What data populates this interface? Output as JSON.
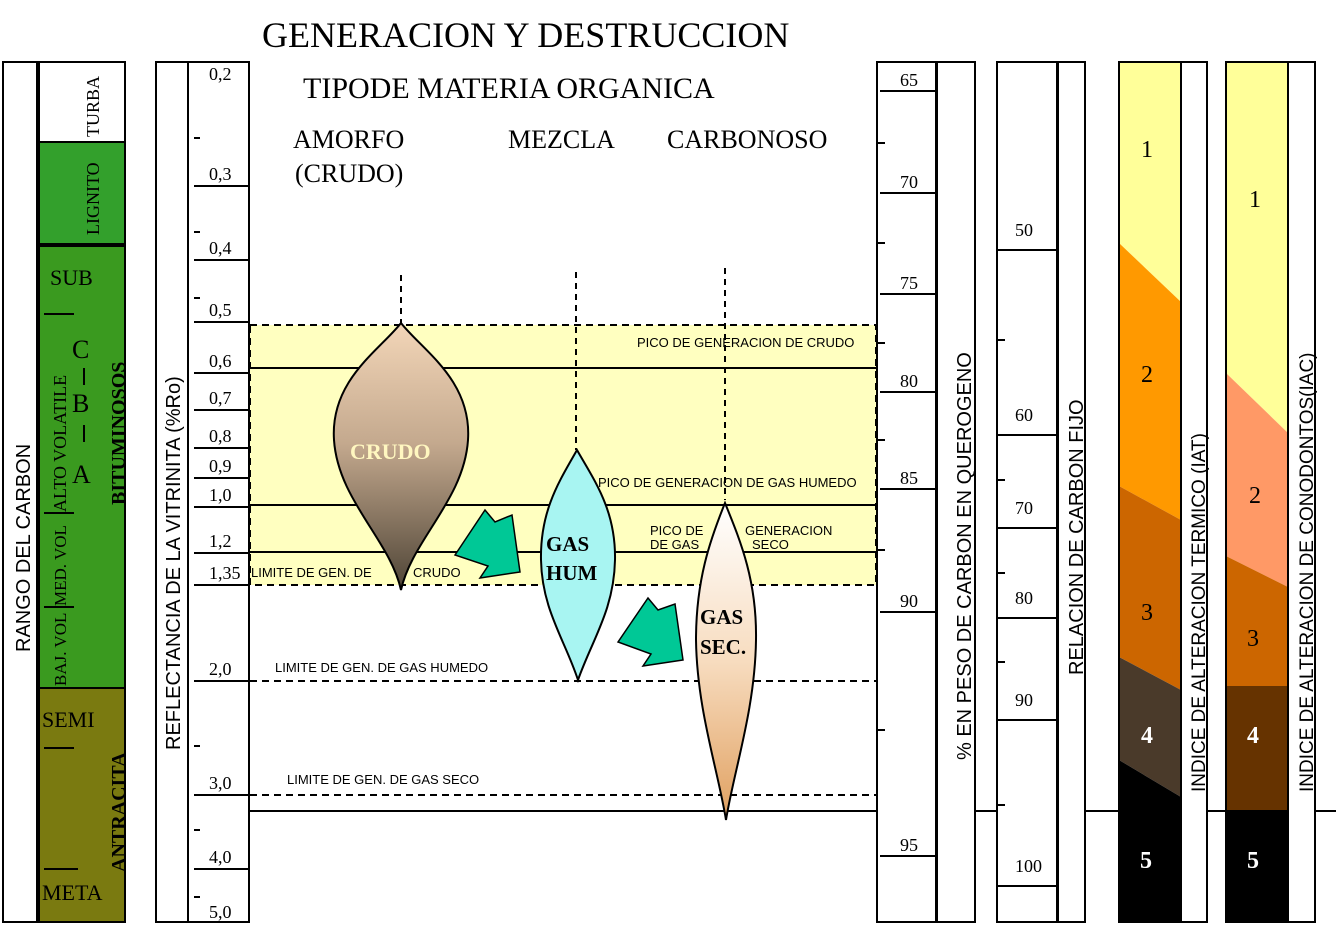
{
  "title": "GENERACION Y DESTRUCCION",
  "subtitle": "TIPODE MATERIA ORGANICA",
  "organic_types": {
    "amorfo": "AMORFO",
    "crudo_paren": "(CRUDO)",
    "mezcla": "MEZCLA",
    "carbonoso": "CARBONOSO"
  },
  "coal_rank": {
    "axis_label": "RANGO DEL CARBON",
    "turba": "TURBA",
    "lignito": "LIGNITO",
    "sub": "SUB",
    "bituminosos": "BITUMINOSOS",
    "alto_volatile": "ALTO VOLATILE",
    "med_vol": "MED. VOL",
    "baj_vol": "BAJ. VOL",
    "c": "C",
    "b": "B",
    "a": "A",
    "semi": "SEMI",
    "antracita": "ANTRACITA",
    "meta": "META",
    "colors": {
      "turba": "#ffffff",
      "lignito": "#33a02c",
      "bituminoso": "#3a9a1f",
      "antracita": "#7a7a10"
    }
  },
  "vitrinite": {
    "axis_label": "REFLECTANCIA DE LA VITRINITA  (%Ro)",
    "ticks": [
      "0,2",
      "0,3",
      "0,4",
      "0,5",
      "0,6",
      "0,7",
      "0,8",
      "0,9",
      "1,0",
      "1,2",
      "1,35",
      "2,0",
      "3,0",
      "4,0",
      "5,0"
    ]
  },
  "zone_labels": {
    "pico_crudo": "PICO DE GENERACION DE CRUDO",
    "pico_gas_humedo": "PICO DE GENERACION DE GAS HUMEDO",
    "pico_de": "PICO DE",
    "de_gas": "DE GAS",
    "generacion": "GENERACION",
    "seco": "SECO",
    "limite_gen_de": "LIMITE DE GEN. DE",
    "crudo_word": "CRUDO",
    "limite_gas_humedo": "LIMITE DE GEN. DE GAS HUMEDO",
    "limite_gas_seco": "LIMITE DE GEN. DE GAS SECO"
  },
  "shapes": {
    "crudo": "CRUDO",
    "gas_hum_1": "GAS",
    "gas_hum_2": "HUM",
    "gas_sec_1": "GAS",
    "gas_sec_2": "SEC."
  },
  "carbon_pct": {
    "axis_label": "% EN PESO DE CARBON EN QUEROGENO",
    "ticks": [
      "65",
      "70",
      "75",
      "80",
      "85",
      "90",
      "95"
    ]
  },
  "fixed_carbon": {
    "axis_label": "RELACION DE CARBON FIJO",
    "ticks": [
      "50",
      "60",
      "70",
      "80",
      "90",
      "100"
    ]
  },
  "iat": {
    "axis_label": "INDICE DE ALTERACION TERMICO (IAT)",
    "levels": [
      "1",
      "2",
      "3",
      "4",
      "5"
    ]
  },
  "iac": {
    "axis_label": "INDICE DE ALTERACION DE CONODONTOS(IAC)",
    "levels": [
      "1",
      "2",
      "3",
      "4",
      "5"
    ]
  }
}
